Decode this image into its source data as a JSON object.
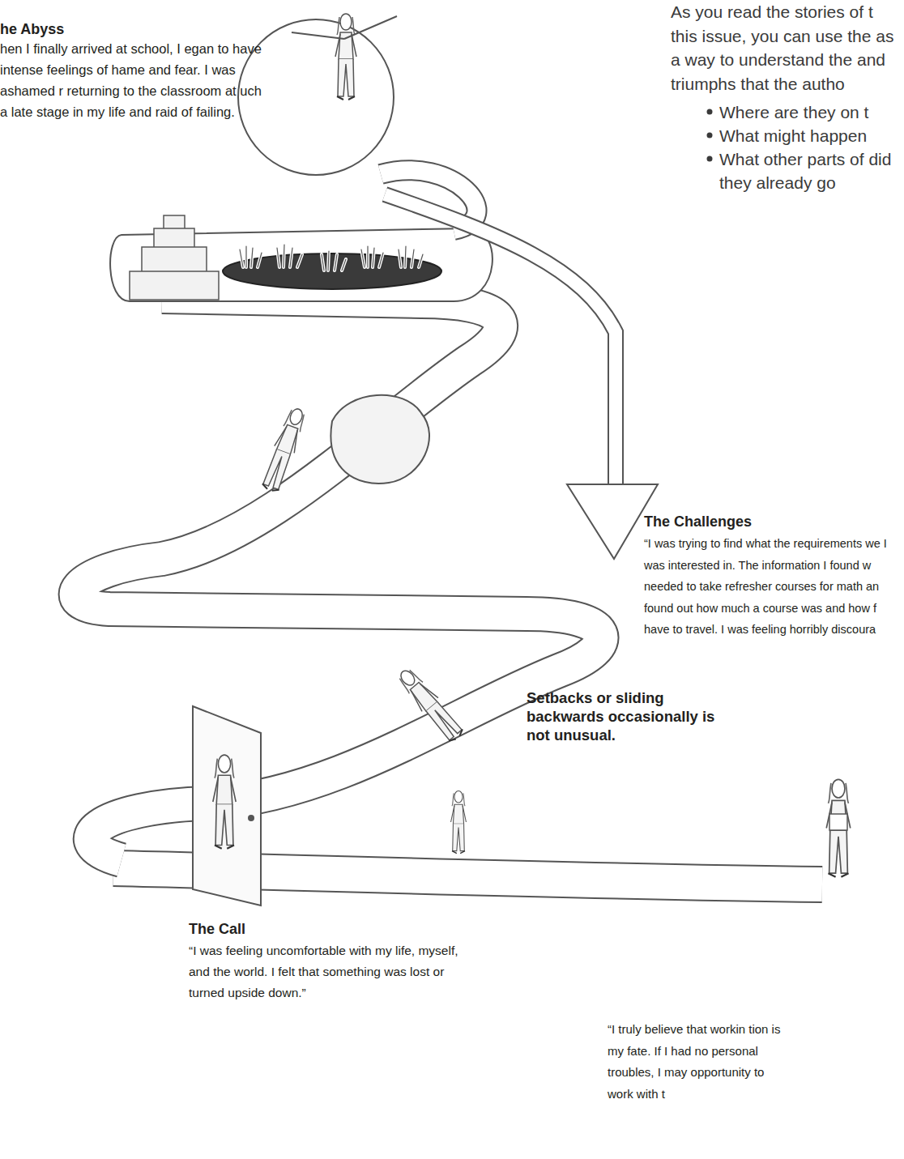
{
  "diagram": {
    "labels": [
      "he Abyss",
      "hen I finally arrived at school, I egan to have intense feelings of hame and fear. I was ashamed r returning to the classroom at uch a late stage in my life and raid of failing.",
      "As you read the stories of t this issue, you can use the as a way to understand the and triumphs that the autho",
      "Where are they on t",
      "What might happen",
      "What other parts of did they already go",
      "The Challenges",
      "“I was trying to find what the requirements we I was interested in. The information I found w needed to take refresher courses for math an found out how much a course was and how f have to travel. I was feeling horribly discoura",
      "Setbacks or sliding backwards occasionally is not unusual.",
      "The Call",
      "“I was feeling uncomfortable with my life, myself, and the world. I felt that something was lost or turned upside down.”",
      "“I truly believe that workin tion is my fate. If I had no personal troubles, I may opportunity to work with t"
    ]
  }
}
